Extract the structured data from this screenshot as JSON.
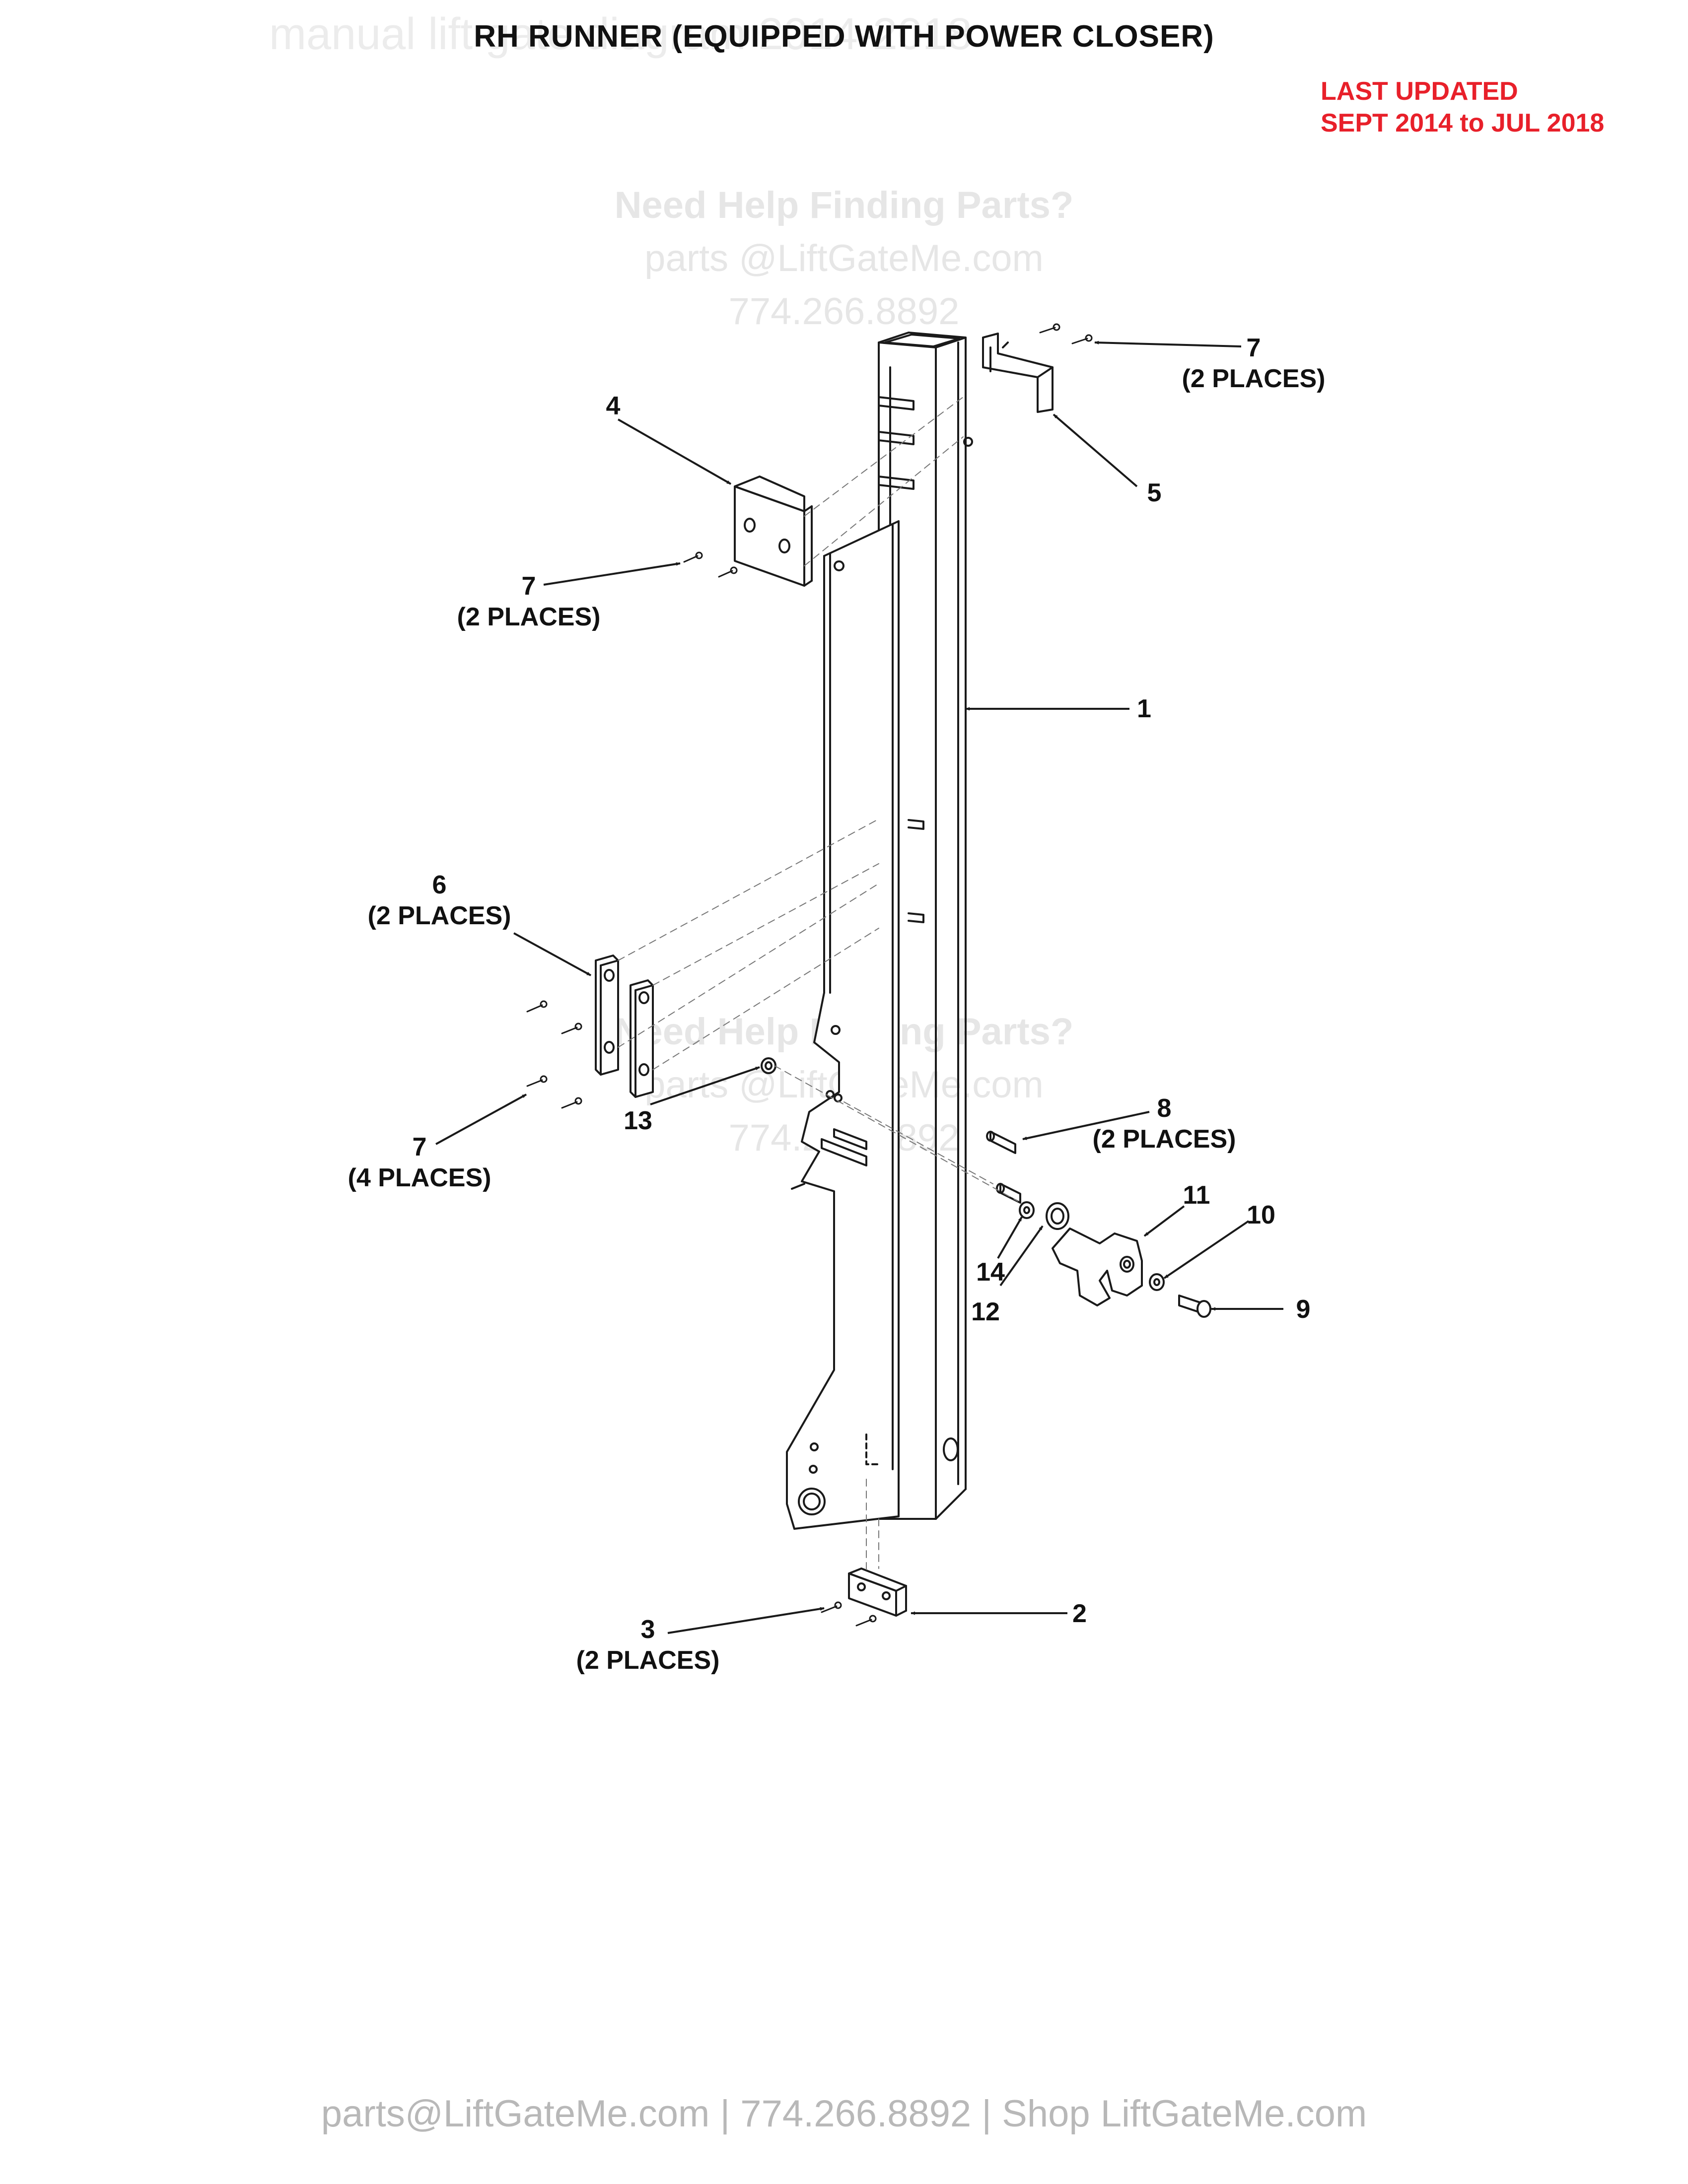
{
  "header": {
    "watermark_top": "manual lift gate diagram 2014-2018",
    "title": "RH RUNNER (EQUIPPED WITH POWER CLOSER)",
    "last_updated_line1": "LAST UPDATED",
    "last_updated_line2": "SEPT 2014 to JUL 2018"
  },
  "watermarks": [
    {
      "title": "Need Help Finding Parts?",
      "email": "parts @LiftGateMe.com",
      "phone": "774.266.8892"
    },
    {
      "title": "Need Help Finding Parts?",
      "email": "parts @LiftGateMe.com",
      "phone": "774.266.8892"
    }
  ],
  "callouts": [
    {
      "num": "1",
      "qty": ""
    },
    {
      "num": "2",
      "qty": ""
    },
    {
      "num": "3",
      "qty": "(2 PLACES)"
    },
    {
      "num": "4",
      "qty": ""
    },
    {
      "num": "5",
      "qty": ""
    },
    {
      "num": "6",
      "qty": "(2 PLACES)"
    },
    {
      "num": "7",
      "qty": "(2 PLACES)"
    },
    {
      "num": "7",
      "qty": "(2 PLACES)"
    },
    {
      "num": "7",
      "qty": "(4 PLACES)"
    },
    {
      "num": "8",
      "qty": "(2 PLACES)"
    },
    {
      "num": "9",
      "qty": ""
    },
    {
      "num": "10",
      "qty": ""
    },
    {
      "num": "11",
      "qty": ""
    },
    {
      "num": "12",
      "qty": ""
    },
    {
      "num": "13",
      "qty": ""
    },
    {
      "num": "14",
      "qty": ""
    }
  ],
  "footer": {
    "contact": "parts@LiftGateMe.com | 774.266.8892 | Shop LiftGateMe.com"
  },
  "colors": {
    "line": "#1a1a1a",
    "accent_red": "#e8202a",
    "watermark_gray": "#e6e6e6",
    "footer_gray": "#b8b8b8"
  }
}
